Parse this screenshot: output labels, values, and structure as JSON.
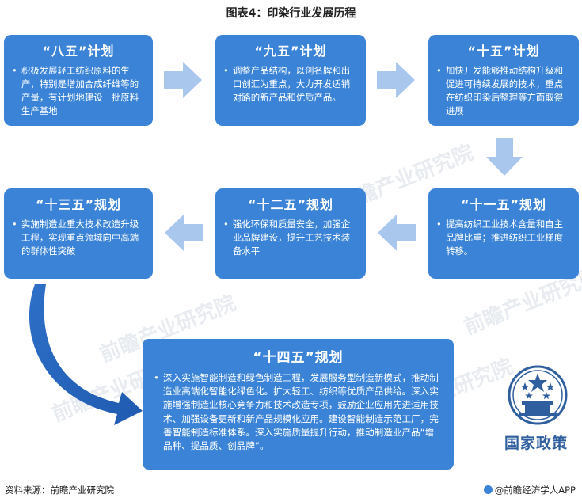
{
  "figure": {
    "title": "图表4：印染行业发展历程"
  },
  "plans": [
    {
      "title": "“八五”计划",
      "text": "积极发展轻工纺织原料的生产，特别是增加合成纤维等的产量，有计划地建设一批原料生产基地"
    },
    {
      "title": "“九五”计划",
      "text": "调整产品结构，以创名牌和出口创汇为重点，大力开发适销对路的新产品和优质产品。"
    },
    {
      "title": "“十五”计划",
      "text": "加快开发能够推动结构升级和促进可持续发展的技术，重点在纺织印染后整理等方面取得进展"
    },
    {
      "title": "“十一五”规划",
      "text": "提高纺织工业技术含量和自主品牌比重；推进纺织工业梯度转移。"
    },
    {
      "title": "“十二五”规划",
      "text": "强化环保和质量安全，加强企业品牌建设，提升工艺技术装备水平"
    },
    {
      "title": "“十三五”规划",
      "text": "实施制造业重大技术改造升级工程，实现重点领域向中高端的群体性突破"
    },
    {
      "title": "“十四五”规划",
      "text": "深入实施智能制造和绿色制造工程，发展服务型制造新模式，推动制造业高端化智能化绿色化。扩大轻工、纺织等优质产品供给。深入实施增强制造业核心竞争力和技术改造专项，鼓励企业应用先进适用技术、加强设备更新和新产品规模化应用。建设智能制造示范工厂，完善智能制造标准体系。深入实施质量提升行动，推动制造业产品“增品种、提品质、创品牌”。"
    }
  ],
  "bullet": "•",
  "watermark": "前瞻产业研究院",
  "policy_label": "国家政策",
  "footer": {
    "source": "资料来源：前瞻产业研究院",
    "brand": "@前瞻经济学人APP"
  },
  "colors": {
    "box": "#3a83d6",
    "arrow": "#a9c6ec",
    "curve": "#2e6fc7",
    "policy": "#2f5f9e"
  }
}
